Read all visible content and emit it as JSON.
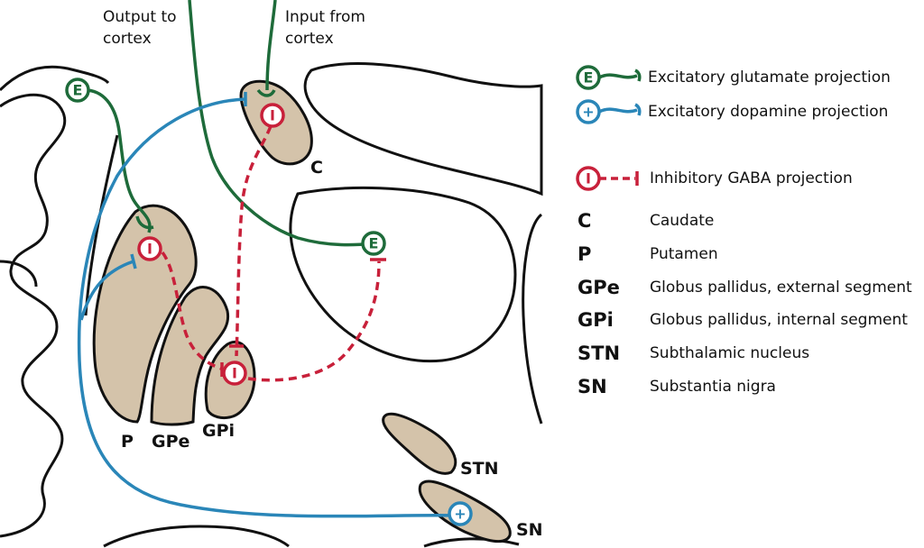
{
  "captions": {
    "output": [
      "Output to",
      "cortex"
    ],
    "input": [
      "Input from",
      "cortex"
    ]
  },
  "structures": {
    "caudate": "C",
    "putamen": "P",
    "gpe": "GPe",
    "gpi": "GPi",
    "stn": "STN",
    "sn": "SN"
  },
  "legend": {
    "glutamate": {
      "symbol": "E",
      "label": "Excitatory glutamate projection"
    },
    "dopamine": {
      "symbol": "+",
      "label": "Excitatory dopamine projection"
    },
    "gaba": {
      "symbol": "I",
      "label": "Inhibitory GABA projection"
    },
    "abbreviations": [
      {
        "abbr": "C",
        "name": "Caudate"
      },
      {
        "abbr": "P",
        "name": "Putamen"
      },
      {
        "abbr": "GPe",
        "name": "Globus pallidus, external segment"
      },
      {
        "abbr": "GPi",
        "name": "Globus pallidus, internal segment"
      },
      {
        "abbr": "STN",
        "name": "Subthalamic nucleus"
      },
      {
        "abbr": "SN",
        "name": "Substantia nigra"
      }
    ]
  },
  "colors": {
    "glutamate": "#1e6b3a",
    "dopamine": "#2a86b8",
    "gaba": "#c8203a",
    "nucleus_fill": "#d4c3aa",
    "outline": "#111111"
  }
}
